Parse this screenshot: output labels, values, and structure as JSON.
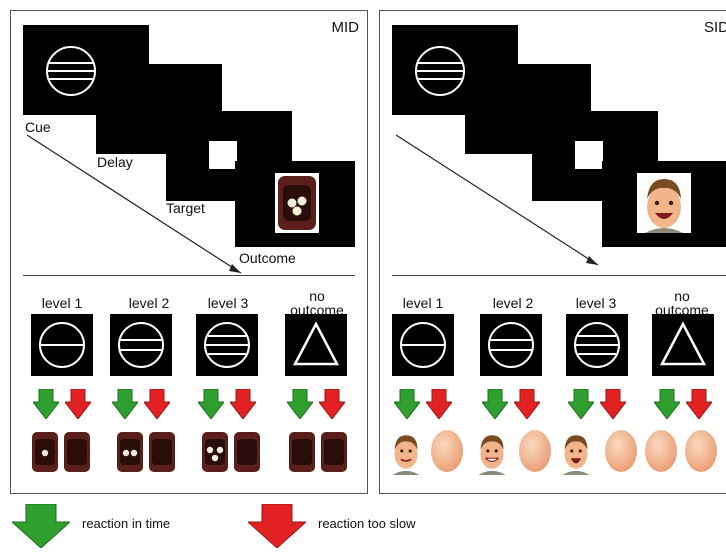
{
  "panels": [
    {
      "id": "mid",
      "title": "MID",
      "sequence": [
        "Cue",
        "Delay",
        "Target",
        "Outcome"
      ],
      "levels": [
        "level 1",
        "level 2",
        "level 3",
        "no outcome"
      ],
      "outcomes": [
        "1 coin",
        "no reward",
        "2 coins",
        "no reward",
        "3 coins",
        "no reward",
        "no reward",
        "no reward"
      ]
    },
    {
      "id": "sid",
      "title": "SID",
      "sequence": [],
      "levels": [
        "level 1",
        "level 2",
        "level 3",
        "no outcome"
      ],
      "outcomes": [
        "mild smile face",
        "neutral oval",
        "smile face",
        "neutral oval",
        "big smile face",
        "neutral oval",
        "neutral oval",
        "neutral oval"
      ]
    }
  ],
  "legend": {
    "in_time": "reaction in time",
    "too_slow": "reaction too slow"
  },
  "colors": {
    "in_time": "#2fa02f",
    "too_slow": "#e22222",
    "screen": "#000000",
    "coin_box": "#5a1f1a",
    "face_skin": "#f2b48a"
  },
  "icons": {
    "level1": "circle-one-line-icon",
    "level2": "circle-two-lines-icon",
    "level3": "circle-three-lines-icon",
    "no_outcome": "triangle-icon"
  }
}
